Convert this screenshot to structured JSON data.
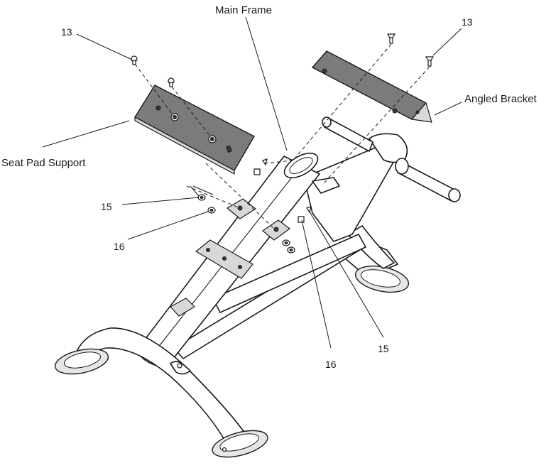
{
  "labels": {
    "main_frame": "Main Frame",
    "angled_bracket": "Angled Bracket",
    "seat_pad_support": "Seat Pad Support",
    "callout_13_left": "13",
    "callout_13_right": "13",
    "callout_15_left": "15",
    "callout_16_left": "16",
    "callout_16_bottom": "16",
    "callout_15_bottom": "15"
  },
  "colors": {
    "line": "#1a1a1a",
    "plate": "#7b7b7b",
    "background": "#ffffff"
  }
}
